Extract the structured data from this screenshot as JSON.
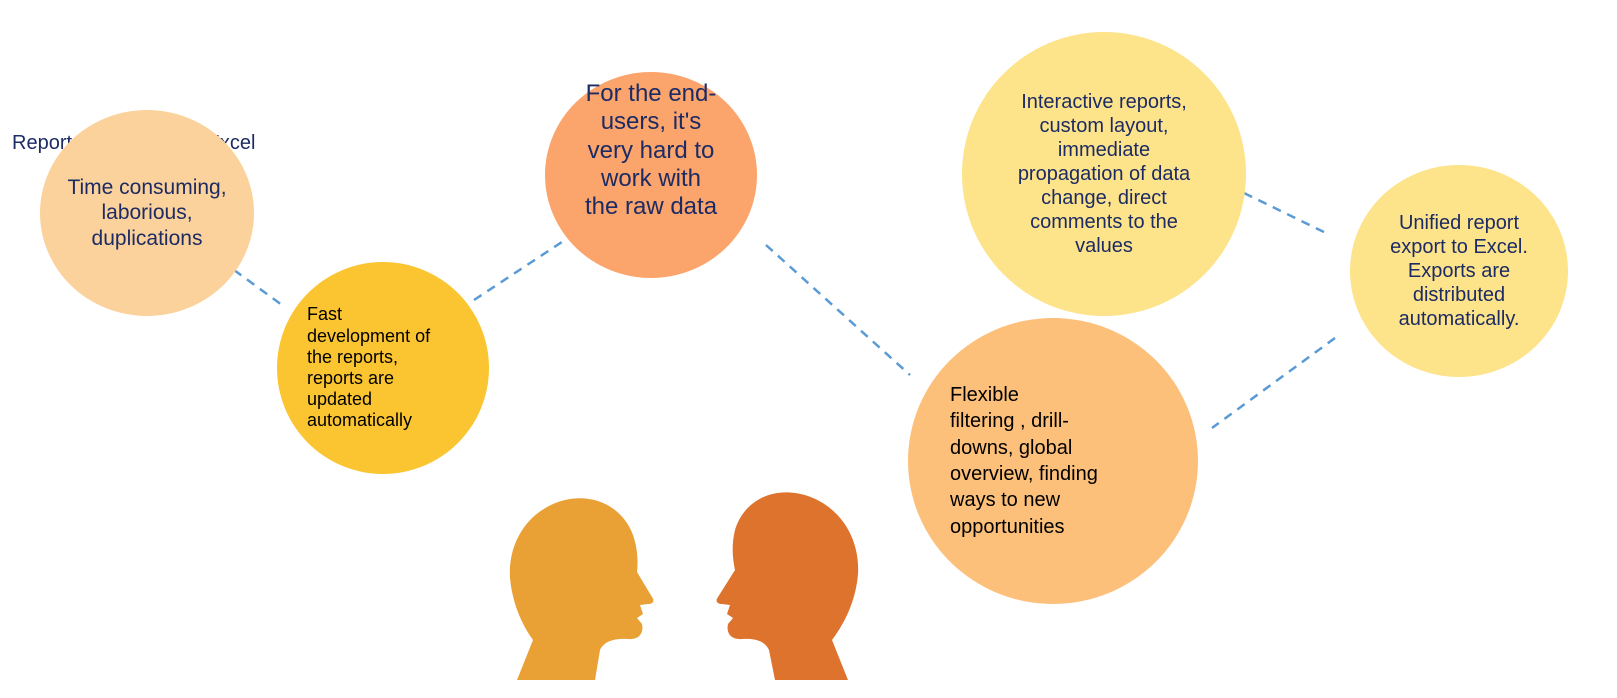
{
  "title_label": "Reports processed in Excel",
  "bubbles": {
    "time_consuming": "Time consuming,\nlaborious,\nduplications",
    "fast_development": "Fast\ndevelopment of\nthe reports,\nreports      are\nupdated\nautomatically",
    "end_users": "For the end-\nusers, it's\nvery hard to\nwork with\nthe raw data",
    "interactive_reports": "Interactive reports,\ncustom layout,\nimmediate\npropagation of data\nchange, direct\ncomments to the\nvalues",
    "unified_export": "Unified report\nexport to Excel.\nExports are\ndistributed\nautomatically.",
    "flexible_filtering": "Flexible\nfiltering   ,  drill-\ndowns,   global\noverview, finding\nways to new\nopportunities"
  },
  "colors": {
    "bubble_peach": "#fbd29b",
    "bubble_yellow": "#fbc532",
    "bubble_orange": "#fba46b",
    "bubble_light_yellow": "#fde38a",
    "bubble_light_orange": "#fcc07a",
    "connector": "#5a9bd5",
    "head_left": "#e9a136",
    "head_right": "#de732d",
    "text_navy": "#1c2b64"
  },
  "icons": [
    "head-silhouette-left-icon",
    "head-silhouette-right-icon"
  ]
}
